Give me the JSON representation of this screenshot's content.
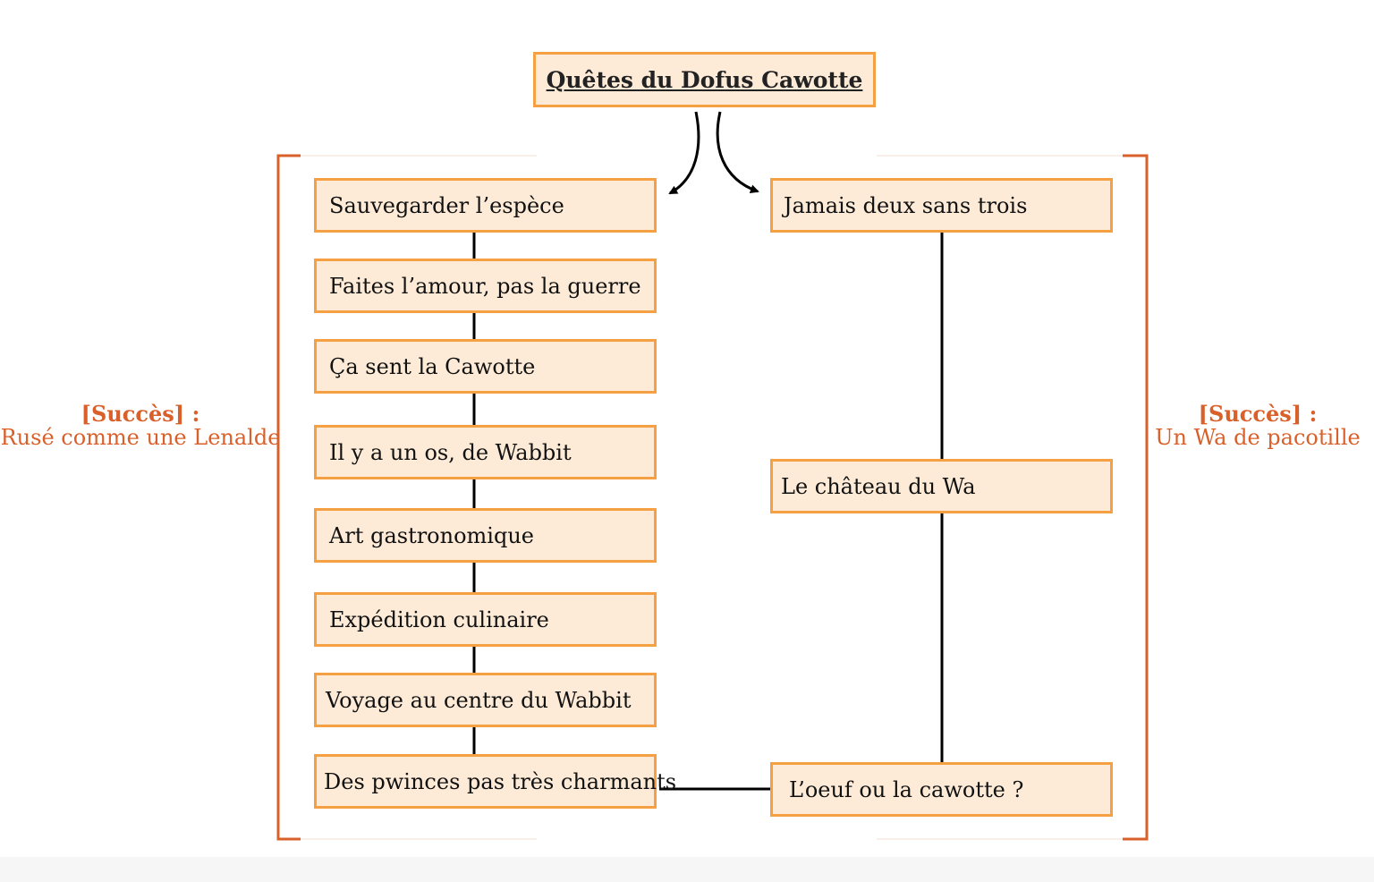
{
  "title": "Quêtes du Dofus Cawotte",
  "left_chain": [
    "Sauvegarder l’espèce",
    "Faites l’amour, pas la guerre",
    "Ça sent la Cawotte",
    "Il y a un os, de Wabbit",
    "Art gastronomique",
    "Expédition culinaire",
    "Voyage au centre du Wabbit",
    "Des pwinces pas très charmants"
  ],
  "right_chain": [
    "Jamais deux sans trois",
    "Le château du Wa",
    "L’oeuf ou la cawotte ?"
  ],
  "achievements": {
    "left": {
      "heading": "[Succès] :",
      "name": "Rusé comme une Lenalde"
    },
    "right": {
      "heading": "[Succès] :",
      "name": "Un Wa de pacotille"
    }
  },
  "colors": {
    "box_fill": "#fdebd7",
    "box_border": "#f4a043",
    "bracket": "#d9602a",
    "achievement_text": "#d9602a",
    "arrow": "#000000"
  }
}
